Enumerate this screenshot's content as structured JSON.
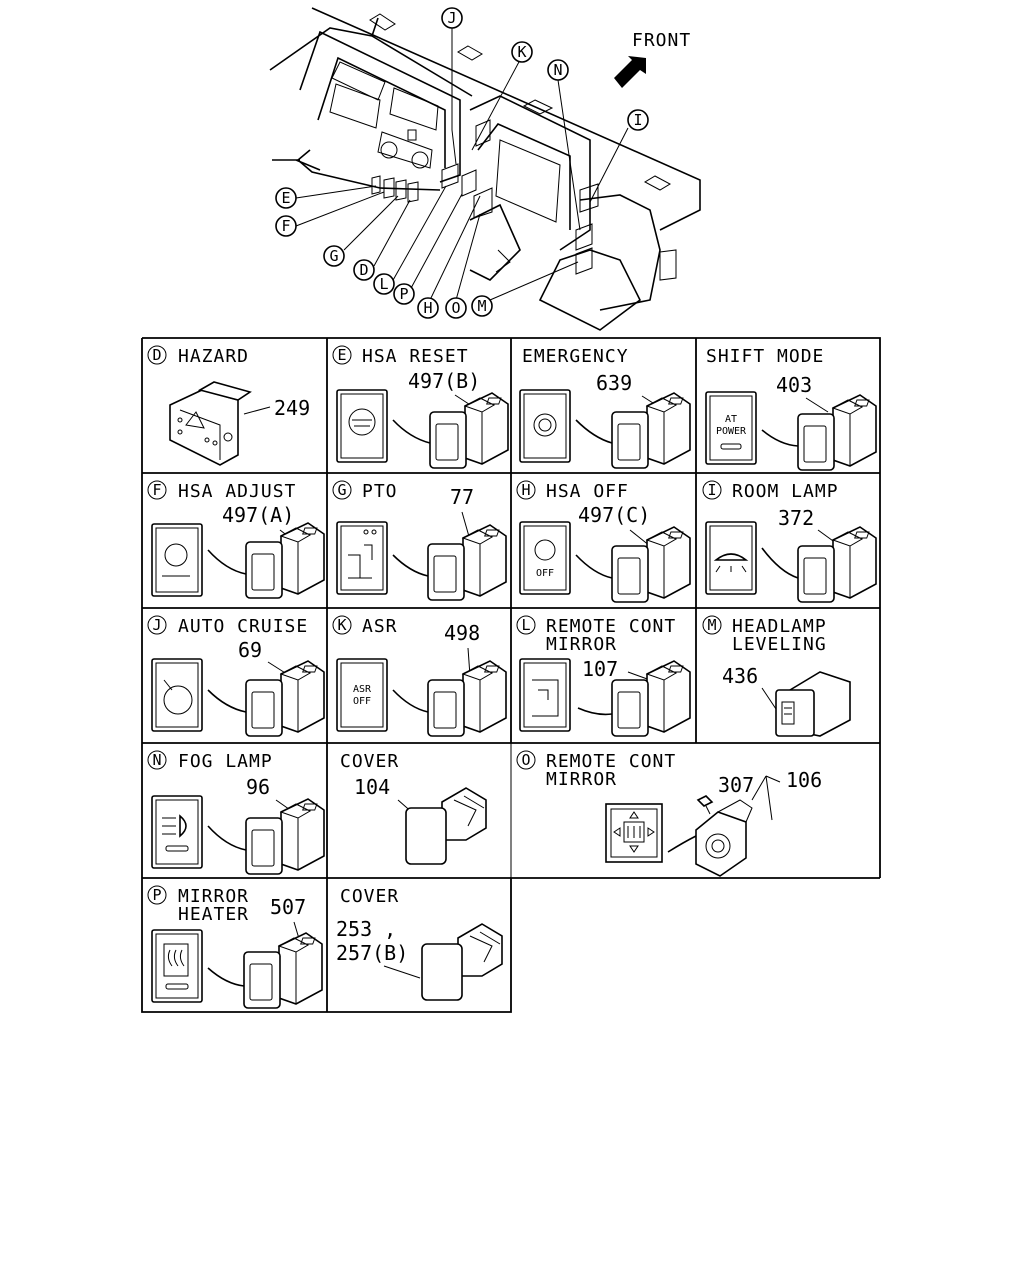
{
  "front_label": "FRONT",
  "callouts": [
    "J",
    "K",
    "N",
    "I",
    "E",
    "F",
    "G",
    "D",
    "L",
    "P",
    "H",
    "O",
    "M"
  ],
  "cells": [
    {
      "letter": "D",
      "title": "HAZARD",
      "title2": "",
      "parts": [
        "249"
      ]
    },
    {
      "letter": "E",
      "title": "HSA RESET",
      "title2": "",
      "parts": [
        "497(B)"
      ]
    },
    {
      "letter": "",
      "title": "EMERGENCY",
      "title2": "",
      "parts": [
        "639"
      ]
    },
    {
      "letter": "",
      "title": "SHIFT MODE",
      "title2": "",
      "parts": [
        "403"
      ],
      "icon_text": [
        "AT",
        "POWER"
      ]
    },
    {
      "letter": "F",
      "title": "HSA ADJUST",
      "title2": "",
      "parts": [
        "497(A)"
      ]
    },
    {
      "letter": "G",
      "title": "PTO",
      "title2": "",
      "parts": [
        "77"
      ]
    },
    {
      "letter": "H",
      "title": "HSA OFF",
      "title2": "",
      "parts": [
        "497(C)"
      ],
      "icon_text": [
        "OFF"
      ]
    },
    {
      "letter": "I",
      "title": "ROOM LAMP",
      "title2": "",
      "parts": [
        "372"
      ]
    },
    {
      "letter": "J",
      "title": "AUTO CRUISE",
      "title2": "",
      "parts": [
        "69"
      ]
    },
    {
      "letter": "K",
      "title": "ASR",
      "title2": "",
      "parts": [
        "498"
      ],
      "icon_text": [
        "ASR",
        "OFF"
      ]
    },
    {
      "letter": "L",
      "title": "REMOTE CONT",
      "title2": "MIRROR",
      "parts": [
        "107"
      ]
    },
    {
      "letter": "M",
      "title": "HEADLAMP",
      "title2": "LEVELING",
      "parts": [
        "436"
      ]
    },
    {
      "letter": "N",
      "title": "FOG LAMP",
      "title2": "",
      "parts": [
        "96"
      ]
    },
    {
      "letter": "",
      "title": "COVER",
      "title2": "",
      "parts": [
        "104"
      ]
    },
    {
      "letter": "O",
      "title": "REMOTE CONT",
      "title2": "MIRROR",
      "parts": [
        "307",
        "106"
      ]
    },
    {
      "letter": "P",
      "title": "MIRROR",
      "title2": "HEATER",
      "parts": [
        "507"
      ]
    },
    {
      "letter": "",
      "title": "COVER",
      "title2": "",
      "parts": [
        "253 ,",
        "257(B)"
      ]
    }
  ]
}
